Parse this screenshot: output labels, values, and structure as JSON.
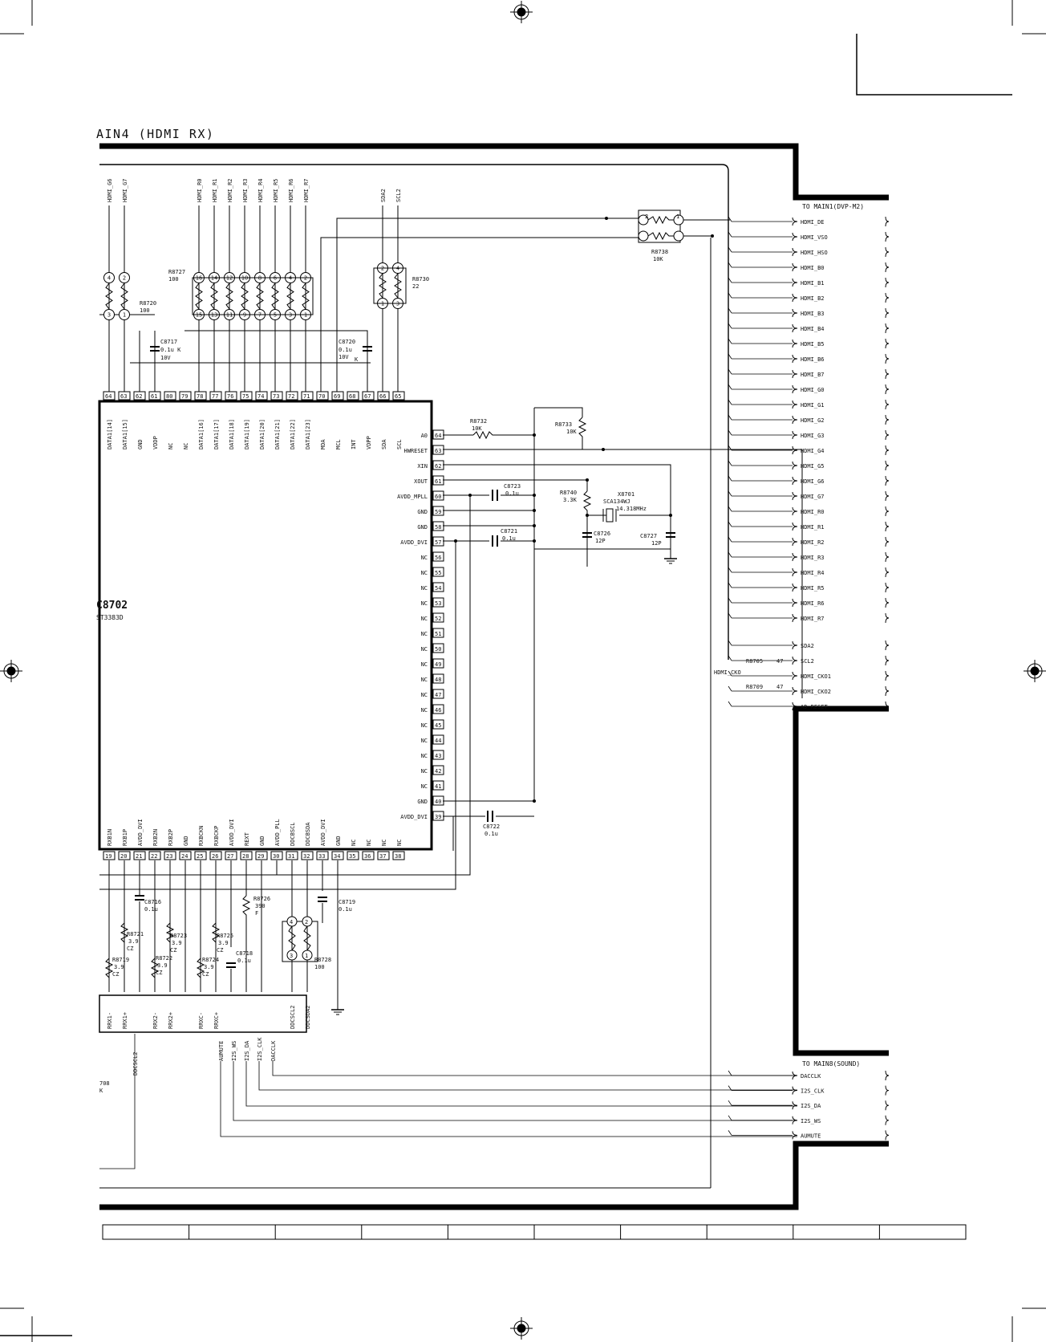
{
  "title": "AIN4 (HDMI RX)",
  "chip": {
    "ref": "C8702",
    "part": "ST3383D",
    "top_pins": [
      {
        "num": "64",
        "name": "DATA1[14]"
      },
      {
        "num": "63",
        "name": "DATA1[15]"
      },
      {
        "num": "62",
        "name": "GND"
      },
      {
        "num": "61",
        "name": "VDDP"
      },
      {
        "num": "80",
        "name": "NC"
      },
      {
        "num": "79",
        "name": "NC"
      },
      {
        "num": "78",
        "name": "DATA1[16]"
      },
      {
        "num": "77",
        "name": "DATA1[17]"
      },
      {
        "num": "76",
        "name": "DATA1[18]"
      },
      {
        "num": "75",
        "name": "DATA1[19]"
      },
      {
        "num": "74",
        "name": "DATA1[20]"
      },
      {
        "num": "73",
        "name": "DATA1[21]"
      },
      {
        "num": "72",
        "name": "DATA1[22]"
      },
      {
        "num": "71",
        "name": "DATA1[23]"
      },
      {
        "num": "70",
        "name": "MDA"
      },
      {
        "num": "69",
        "name": "MCL"
      },
      {
        "num": "68",
        "name": "INT"
      },
      {
        "num": "67",
        "name": "VDPP"
      },
      {
        "num": "66",
        "name": "SDA"
      },
      {
        "num": "65",
        "name": "SCL"
      }
    ],
    "right_pins": [
      {
        "num": "64",
        "name": "A0"
      },
      {
        "num": "63",
        "name": "HWRESET"
      },
      {
        "num": "62",
        "name": "XIN"
      },
      {
        "num": "61",
        "name": "XOUT"
      },
      {
        "num": "60",
        "name": "AVDD_MPLL"
      },
      {
        "num": "59",
        "name": "GND"
      },
      {
        "num": "58",
        "name": "GND"
      },
      {
        "num": "57",
        "name": "AVDD_DVI"
      },
      {
        "num": "56",
        "name": "NC"
      },
      {
        "num": "55",
        "name": "NC"
      },
      {
        "num": "54",
        "name": "NC"
      },
      {
        "num": "53",
        "name": "NC"
      },
      {
        "num": "52",
        "name": "NC"
      },
      {
        "num": "51",
        "name": "NC"
      },
      {
        "num": "50",
        "name": "NC"
      },
      {
        "num": "49",
        "name": "NC"
      },
      {
        "num": "48",
        "name": "NC"
      },
      {
        "num": "47",
        "name": "NC"
      },
      {
        "num": "46",
        "name": "NC"
      },
      {
        "num": "45",
        "name": "NC"
      },
      {
        "num": "44",
        "name": "NC"
      },
      {
        "num": "43",
        "name": "NC"
      },
      {
        "num": "42",
        "name": "NC"
      },
      {
        "num": "41",
        "name": "NC"
      },
      {
        "num": "40",
        "name": "GND"
      },
      {
        "num": "39",
        "name": "AVDD_DVI"
      }
    ],
    "bottom_pins": [
      {
        "num": "19",
        "name": "RXB1N"
      },
      {
        "num": "20",
        "name": "RXB1P"
      },
      {
        "num": "21",
        "name": "AVDD_DVI"
      },
      {
        "num": "22",
        "name": "RXB2N"
      },
      {
        "num": "23",
        "name": "RXB2P"
      },
      {
        "num": "24",
        "name": "GND"
      },
      {
        "num": "25",
        "name": "RXBCKN"
      },
      {
        "num": "26",
        "name": "RXBCKP"
      },
      {
        "num": "27",
        "name": "AVDD_DVI"
      },
      {
        "num": "28",
        "name": "REXT"
      },
      {
        "num": "29",
        "name": "GND"
      },
      {
        "num": "30",
        "name": "AVDD_PLL"
      },
      {
        "num": "31",
        "name": "DDCBSCL"
      },
      {
        "num": "32",
        "name": "DDCBSDA"
      },
      {
        "num": "33",
        "name": "AVDD_DVI"
      },
      {
        "num": "34",
        "name": "GND"
      },
      {
        "num": "35",
        "name": "NC"
      },
      {
        "num": "36",
        "name": "NC"
      },
      {
        "num": "37",
        "name": "NC"
      },
      {
        "num": "38",
        "name": "NC"
      }
    ]
  },
  "top_nets": [
    "HDMI_G6",
    "HDMI_G7",
    "HDMI_R0",
    "HDMI_R1",
    "HDMI_R2",
    "HDMI_R3",
    "HDMI_R4",
    "HDMI_R5",
    "HDMI_R6",
    "HDMI_R7",
    "SDA2",
    "SCL2"
  ],
  "components": {
    "r8727": {
      "ref": "R8727",
      "val": "100"
    },
    "r8720": {
      "ref": "R8720",
      "val": "100"
    },
    "r8730": {
      "ref": "R8730",
      "val": "22"
    },
    "r8738": {
      "ref": "R8738",
      "val": "10K"
    },
    "c8717": {
      "ref": "C8717",
      "val": "0.1u K",
      "volt": "10V"
    },
    "c8720": {
      "ref": "C8720",
      "val": "0.1u",
      "volt": "10V",
      "tol": "K"
    },
    "r8732": {
      "ref": "R8732",
      "val": "10K"
    },
    "r8733": {
      "ref": "R8733",
      "val": "10K"
    },
    "c8723": {
      "ref": "C8723",
      "val": "0.1u"
    },
    "r8740": {
      "ref": "R8740",
      "val": "3.3K"
    },
    "x8701": {
      "ref": "X8701",
      "part": "SCA134WJ",
      "freq": "14.318MHz"
    },
    "c8721": {
      "ref": "C8721",
      "val": "0.1u"
    },
    "c8726": {
      "ref": "C8726",
      "val": "12P"
    },
    "c8727": {
      "ref": "C8727",
      "val": "12P"
    },
    "c8722": {
      "ref": "C8722",
      "val": "0.1u"
    },
    "c8716": {
      "ref": "C8716",
      "val": "0.1u"
    },
    "r8726": {
      "ref": "R8726",
      "val": "390",
      "tol": "F"
    },
    "c8719": {
      "ref": "C8719",
      "val": "0.1u"
    },
    "r8721": {
      "ref": "R8721",
      "val": "3.9",
      "tol": "CZ"
    },
    "r8723": {
      "ref": "R8723",
      "val": "3.9",
      "tol": "CZ"
    },
    "r8725": {
      "ref": "R8725",
      "val": "3.9",
      "tol": "CZ"
    },
    "r8719": {
      "ref": "R8719",
      "val": "3.9",
      "tol": "CZ"
    },
    "r8722": {
      "ref": "R8722",
      "val": "3.9",
      "tol": "CZ"
    },
    "r8724": {
      "ref": "R8724",
      "val": "3.9",
      "tol": "CZ"
    },
    "c8718": {
      "ref": "C8718",
      "val": "0.1u"
    },
    "r8728": {
      "ref": "R8728",
      "val": "100"
    },
    "r8705": {
      "ref": "R8705",
      "val": "47"
    },
    "r8709": {
      "ref": "R8709",
      "val": "47"
    },
    "r8708_partial": {
      "ref": "708",
      "val": "K"
    }
  },
  "bottom_nets": [
    "RRX1-",
    "RRX1+",
    "RRX2-",
    "RRX2+",
    "RRXC-",
    "RRXC+",
    "DDCSCL2",
    "DDCSDA2"
  ],
  "lower_nets": [
    "DDCSCL2",
    "AUMUTE",
    "I2S_WS",
    "I2S_DA",
    "I2S_CLK",
    "DACCLK"
  ],
  "hdmi_clk_net": "HDMI_CKO",
  "connectors": {
    "main1": {
      "title": "TO MAIN1(DVP-M2)",
      "signals": [
        "HDMI_DE",
        "HDMI_VSO",
        "HDMI_HSO",
        "HDMI_B0",
        "HDMI_B1",
        "HDMI_B2",
        "HDMI_B3",
        "HDMI_B4",
        "HDMI_B5",
        "HDMI_B6",
        "HDMI_B7",
        "HDMI_G0",
        "HDMI_G1",
        "HDMI_G2",
        "HDMI_G3",
        "HDMI_G4",
        "HDMI_G5",
        "HDMI_G6",
        "HDMI_G7",
        "HDMI_R0",
        "HDMI_R1",
        "HDMI_R2",
        "HDMI_R3",
        "HDMI_R4",
        "HDMI_R5",
        "HDMI_R6",
        "HDMI_R7",
        "SDA2",
        "SCL2",
        "HDMI_CKO1",
        "HDMI_CKO2",
        "AD_RESET"
      ]
    },
    "main8": {
      "title": "TO MAIN8(SOUND)",
      "signals": [
        "DACCLK",
        "I2S_CLK",
        "I2S_DA",
        "I2S_WS",
        "AUMUTE"
      ]
    }
  }
}
